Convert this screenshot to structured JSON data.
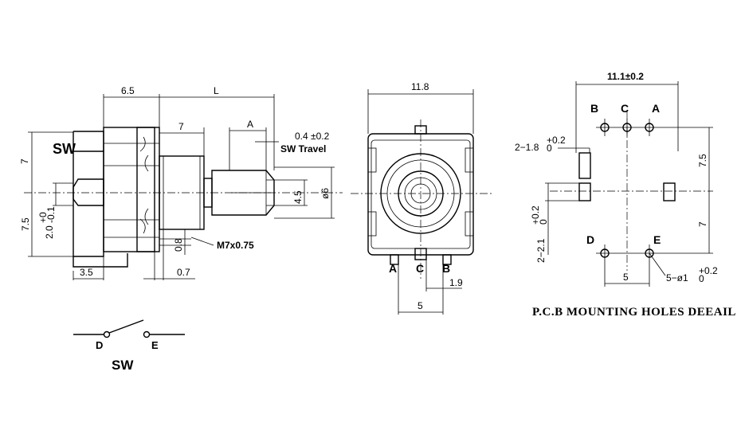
{
  "side_view": {
    "dim_65": "6.5",
    "dim_L": "L",
    "dim_7_top": "7",
    "dim_A": "A",
    "dim_travel": "0.4 ±0.2",
    "sw_travel": "SW Travel",
    "sw_label": "SW",
    "dim_7_left": "7",
    "dim_75_left": "7.5",
    "dim_20": "2.0",
    "dim_20_tol_top": "+0",
    "dim_20_tol_bot": "-0.1",
    "dim_45": "4.5",
    "dim_6": "ø6",
    "dim_08": "0.8",
    "thread": "M7x0.75",
    "dim_35": "3.5",
    "dim_07": "0.7"
  },
  "front_view": {
    "dim_118": "11.8",
    "pin_a": "A",
    "pin_c": "C",
    "pin_b": "B",
    "dim_19": "1.9",
    "dim_5": "5"
  },
  "pcb": {
    "dim_111": "11.1±0.2",
    "hole_b": "B",
    "hole_c": "C",
    "hole_a": "A",
    "hole_d": "D",
    "hole_e": "E",
    "slot_18": "2−1.8",
    "slot_18_tol_top": "+0.2",
    "slot_18_tol_bot": "0",
    "slot_21": "2−2.1",
    "slot_21_tol_top": "+0.2",
    "slot_21_tol_bot": "0",
    "dim_75": "7.5",
    "dim_7": "7",
    "dim_5": "5",
    "holes_01": "5−ø1",
    "holes_01_tol_top": "+0.2",
    "holes_01_tol_bot": "0",
    "title": "P.C.B MOUNTING HOLES DEEAIL"
  },
  "switch_symbol": {
    "d_label": "D",
    "e_label": "E",
    "sw_label": "SW"
  }
}
